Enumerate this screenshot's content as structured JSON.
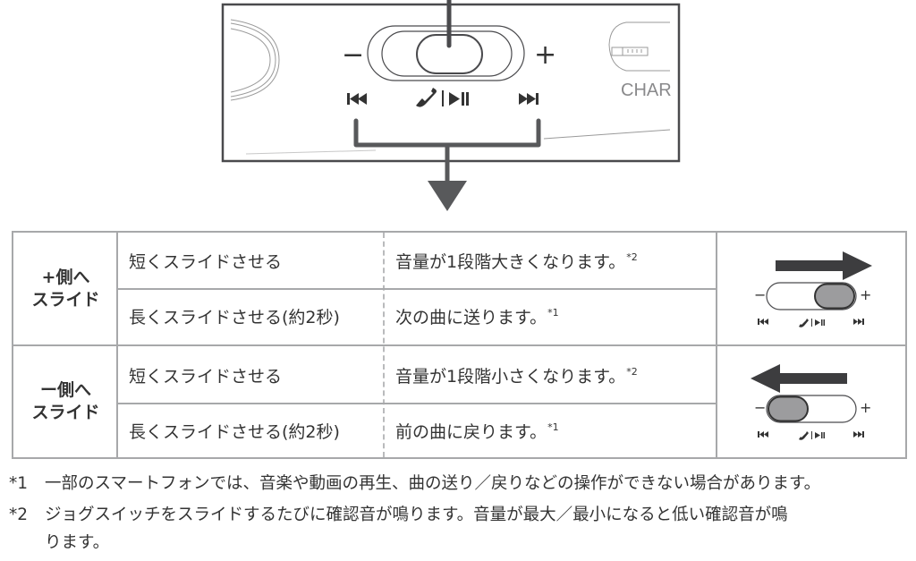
{
  "device_illustration": {
    "minus_label": "−",
    "plus_label": "+",
    "prev_icon": "skip-previous-icon",
    "center_icon": "phone-play-pause-icon",
    "next_icon": "skip-next-icon",
    "port_label": "CHAR"
  },
  "table": {
    "groups": [
      {
        "direction": [
          "+側へ",
          "スライド"
        ],
        "illustration": {
          "arrow": "right",
          "knob_position": "right"
        },
        "rows": [
          {
            "action": "短くスライドさせる",
            "result": "音量が1段階大きくなります。",
            "note": "*2"
          },
          {
            "action": "長くスライドさせる(約2秒)",
            "result": "次の曲に送ります。",
            "note": "*1"
          }
        ]
      },
      {
        "direction": [
          "ー側へ",
          "スライド"
        ],
        "illustration": {
          "arrow": "left",
          "knob_position": "left"
        },
        "rows": [
          {
            "action": "短くスライドさせる",
            "result": "音量が1段階小さくなります。",
            "note": "*2"
          },
          {
            "action": "長くスライドさせる(約2秒)",
            "result": "前の曲に戻ります。",
            "note": "*1"
          }
        ]
      }
    ],
    "mini_labels": {
      "minus": "−",
      "plus": "+"
    }
  },
  "footnotes": [
    {
      "mark": "*1",
      "lines": [
        "一部のスマートフォンでは、音楽や動画の再生、曲の送り／戻りなどの操作ができない場合があります。"
      ]
    },
    {
      "mark": "*2",
      "lines": [
        "ジョグスイッチをスライドするたびに確認音が鳴ります。音量が最大／最小になると低い確認音が鳴",
        "ります。"
      ]
    }
  ],
  "colors": {
    "ink": "#4a4a4d",
    "border": "#a7a8aa",
    "knob_fill": "#9c9c9e",
    "light_line": "#b5b5b5"
  }
}
